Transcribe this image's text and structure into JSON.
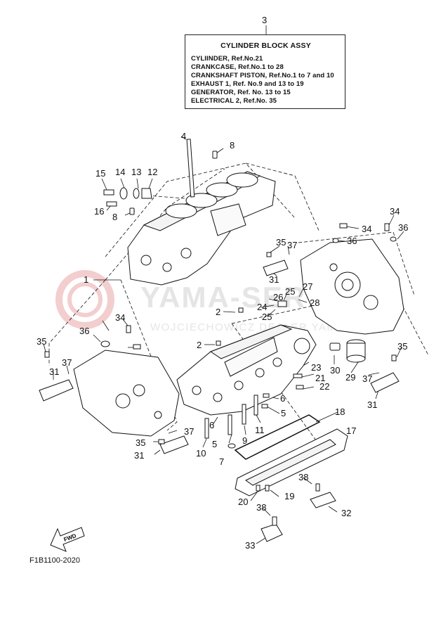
{
  "info_box": {
    "ref": "3",
    "title": "CYLINDER BLOCK ASSY",
    "lines": [
      "CYLIINDER, Ref.No.21",
      "CRANKCASE, Ref.No.1 to 28",
      "CRANKSHAFT PISTON, Ref.No.1 to 7 and 10",
      "EXHAUST 1,  Ref. No.9 and 13 to 19",
      "GENERATOR,  Ref. No. 13 to 15",
      "ELECTRICAL 2, Ref.No. 35"
    ]
  },
  "watermark": {
    "name": "YAMA-SERWIS",
    "subtitle": "WOJCIECHOWICZ DEALER YAMAHA"
  },
  "fwd_label": "FWD",
  "diagram_code": "F1B1100-2020",
  "callouts": [
    "1",
    "2",
    "2",
    "4",
    "5",
    "5",
    "6",
    "6",
    "7",
    "8",
    "8",
    "9",
    "10",
    "11",
    "12",
    "13",
    "14",
    "15",
    "16",
    "17",
    "18",
    "19",
    "20",
    "21",
    "22",
    "23",
    "24",
    "25",
    "25",
    "26",
    "27",
    "28",
    "29",
    "30",
    "31",
    "31",
    "31",
    "31",
    "32",
    "33",
    "34",
    "34",
    "34",
    "35",
    "35",
    "35",
    "35",
    "36",
    "36",
    "36",
    "37",
    "37",
    "37",
    "37",
    "38",
    "38"
  ],
  "colors": {
    "line": "#111111",
    "watermark": "#e3e3e3",
    "background": "#ffffff"
  }
}
